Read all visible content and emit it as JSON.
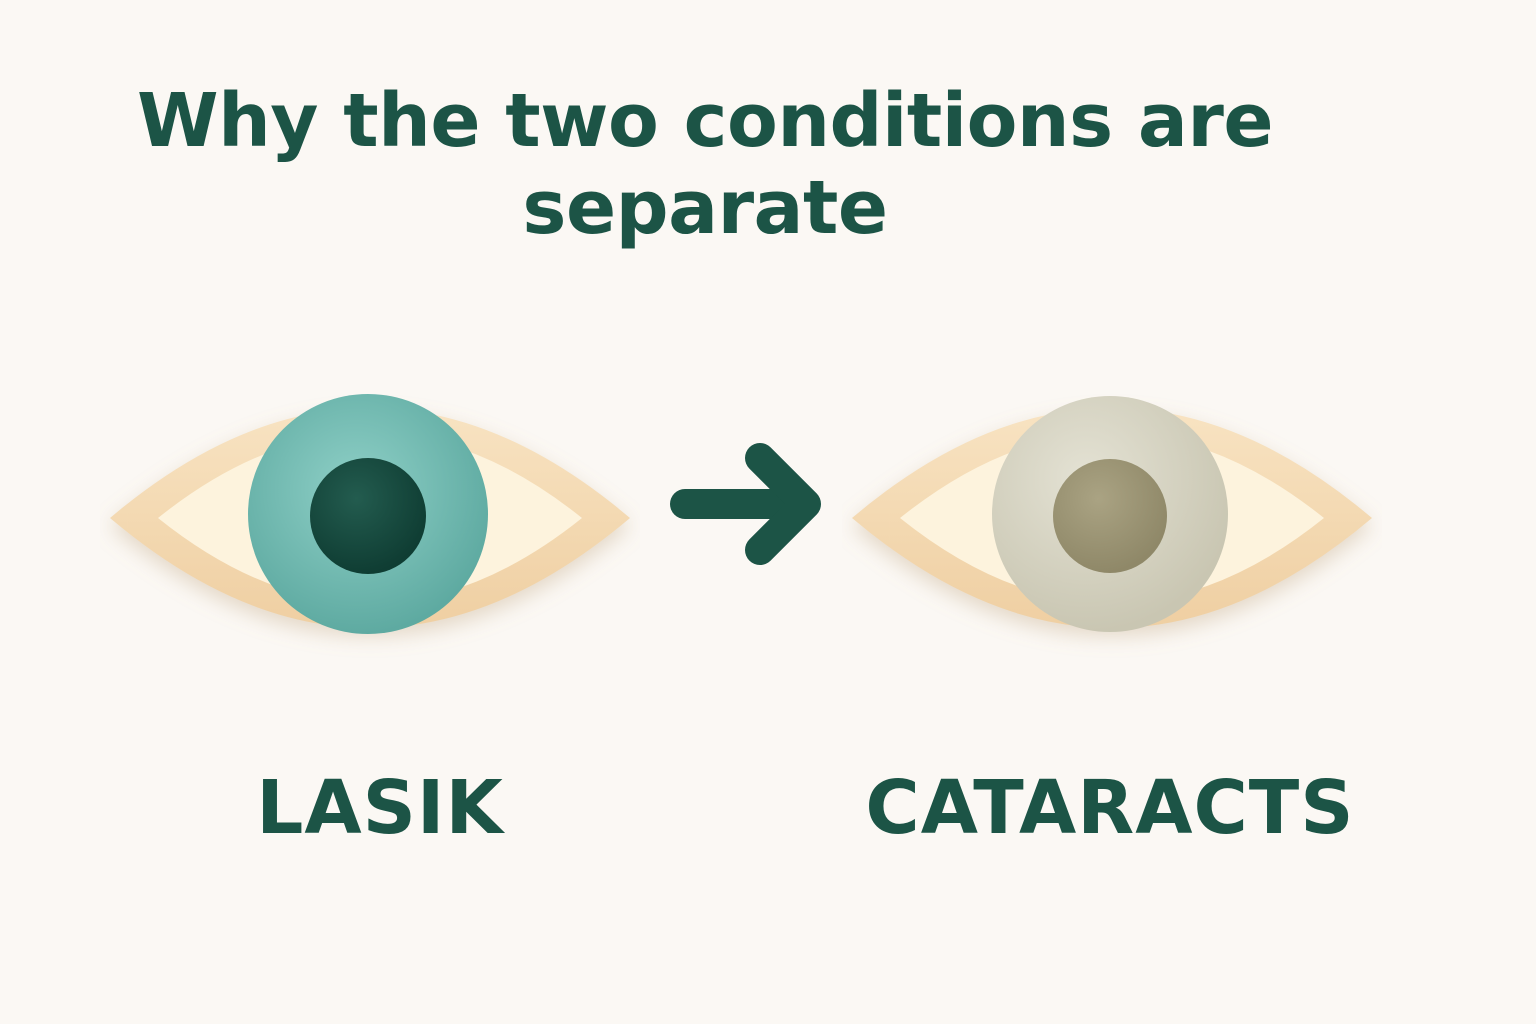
{
  "title": {
    "line1": "Why the two conditions are",
    "line2": "separate"
  },
  "left_eye": {
    "label": "LASIK",
    "icon": "healthy-eye-icon",
    "iris_color": "#6dbab1",
    "pupil_color": "#15483d"
  },
  "arrow": {
    "icon": "right-arrow-icon",
    "color": "#1c5446"
  },
  "right_eye": {
    "label": "CATARACTS",
    "icon": "cloudy-eye-icon",
    "iris_color": "#d6d3c2",
    "pupil_color": "#9d9575"
  },
  "colors": {
    "background": "#fbf8f4",
    "text": "#1c5446",
    "eyelid": "#f5dcb5",
    "sclera": "#fdf2dc"
  }
}
